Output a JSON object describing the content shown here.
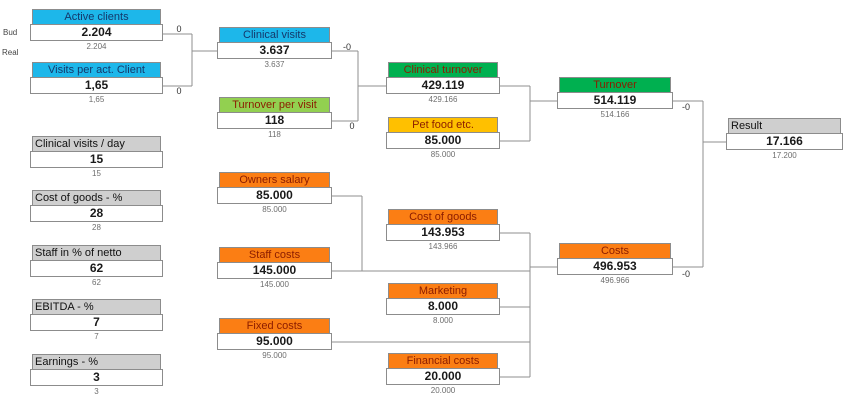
{
  "side_labels": {
    "bud": "Bud",
    "real": "Real"
  },
  "connector_labels": [
    {
      "text": "0"
    },
    {
      "text": "0"
    },
    {
      "text": "-0"
    },
    {
      "text": "0"
    },
    {
      "text": "-0"
    },
    {
      "text": "-0"
    }
  ],
  "nodes": {
    "active_clients": {
      "title": "Active clients",
      "budget": "2.204",
      "real": "2.204"
    },
    "visits_per_act_client": {
      "title": "Visits per act. Client",
      "budget": "1,65",
      "real": "1,65"
    },
    "clinical_visits_day": {
      "title": "Clinical visits / day",
      "budget": "15",
      "real": "15"
    },
    "cost_of_goods_pct": {
      "title": "Cost of goods - %",
      "budget": "28",
      "real": "28"
    },
    "staff_in_pct_of_netto": {
      "title": "Staff in % of netto",
      "budget": "62",
      "real": "62"
    },
    "ebitda_pct": {
      "title": "EBITDA - %",
      "budget": "7",
      "real": "7"
    },
    "earnings_pct": {
      "title": "Earnings - %",
      "budget": "3",
      "real": "3"
    },
    "clinical_visits": {
      "title": "Clinical visits",
      "budget": "3.637",
      "real": "3.637"
    },
    "turnover_per_visit": {
      "title": "Turnover per visit",
      "budget": "118",
      "real": "118"
    },
    "owners_salary": {
      "title": "Owners salary",
      "budget": "85.000",
      "real": "85.000"
    },
    "staff_costs": {
      "title": "Staff costs",
      "budget": "145.000",
      "real": "145.000"
    },
    "fixed_costs": {
      "title": "Fixed costs",
      "budget": "95.000",
      "real": "95.000"
    },
    "clinical_turnover": {
      "title": "Clinical turnover",
      "budget": "429.119",
      "real": "429.166"
    },
    "pet_food": {
      "title": "Pet food etc.",
      "budget": "85.000",
      "real": "85.000"
    },
    "cost_of_goods": {
      "title": "Cost of goods",
      "budget": "143.953",
      "real": "143.966"
    },
    "marketing": {
      "title": "Marketing",
      "budget": "8.000",
      "real": "8.000"
    },
    "financial_costs": {
      "title": "Financial costs",
      "budget": "20.000",
      "real": "20.000"
    },
    "turnover": {
      "title": "Turnover",
      "budget": "514.119",
      "real": "514.166"
    },
    "costs": {
      "title": "Costs",
      "budget": "496.953",
      "real": "496.966"
    },
    "result": {
      "title": "Result",
      "budget": "17.166",
      "real": "17.200"
    }
  },
  "colors": {
    "input_cyan": "#1db7ea",
    "turnover_green": "#00b050",
    "rate_lime": "#92d050",
    "petfood_yellow": "#ffc000",
    "cost_orange": "#fb7e14",
    "param_gray": "#cfcfcf",
    "connector_gray": "#8f8f8f"
  }
}
